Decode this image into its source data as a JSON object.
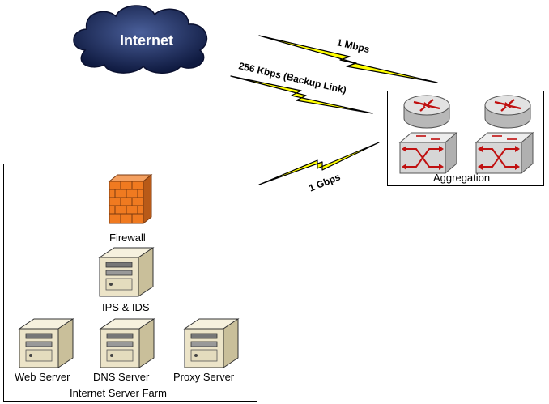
{
  "internet": {
    "label": "Internet"
  },
  "links": [
    {
      "id": "isp-primary",
      "label": "1 Mbps"
    },
    {
      "id": "isp-backup",
      "label": "256 Kbps (Backup Link)"
    },
    {
      "id": "farm-uplink",
      "label": "1 Gbps"
    }
  ],
  "aggregation": {
    "label": "Aggregation"
  },
  "server_farm": {
    "label": "Internet Server Farm",
    "firewall": "Firewall",
    "ips_ids": "IPS & IDS",
    "servers": [
      "Web Server",
      "DNS Server",
      "Proxy Server"
    ]
  },
  "colors": {
    "cloud": "#1a2a5c",
    "lightning": "#ffff00",
    "router": "#d8d8d8",
    "arrow": "#cc1111",
    "firewall": "#f07a20",
    "server": "#ece4c8"
  }
}
